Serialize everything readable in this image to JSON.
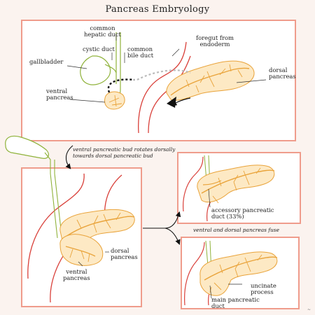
{
  "title": "Pancreas  Embryology",
  "labels": {
    "common_hepatic_duct": "common\nhepatic duct",
    "cystic_duct": "cystic duct",
    "common_bile_duct": "common\nbile duct",
    "foregut": "foregut from\nendoderm",
    "gallbladder": "gallbladder",
    "dorsal_pancreas_top": "dorsal\npancreas",
    "ventral_pancreas_top": "ventral\npancreas",
    "rotation_note": "ventral pancreatic bud rotates dorsally\ntowards dorsal pancreatic bud",
    "accessory_duct": "accessory pancreatic\nduct (33%)",
    "fuse_note": "ventral and dorsal pancreas fuse",
    "dorsal_pancreas_mid": "dorsal\npancreas",
    "ventral_pancreas_mid": "ventral\npancreas",
    "uncinate": "uncinate\nprocess",
    "main_duct": "main pancreatic\nduct"
  },
  "colors": {
    "panel_border": "#ef9c8c",
    "gut_red": "#d9403a",
    "pancreas_fill": "#fde9c4",
    "pancreas_stroke": "#e9a33a",
    "duct_green": "#8fb23a",
    "arrow": "#111111"
  }
}
